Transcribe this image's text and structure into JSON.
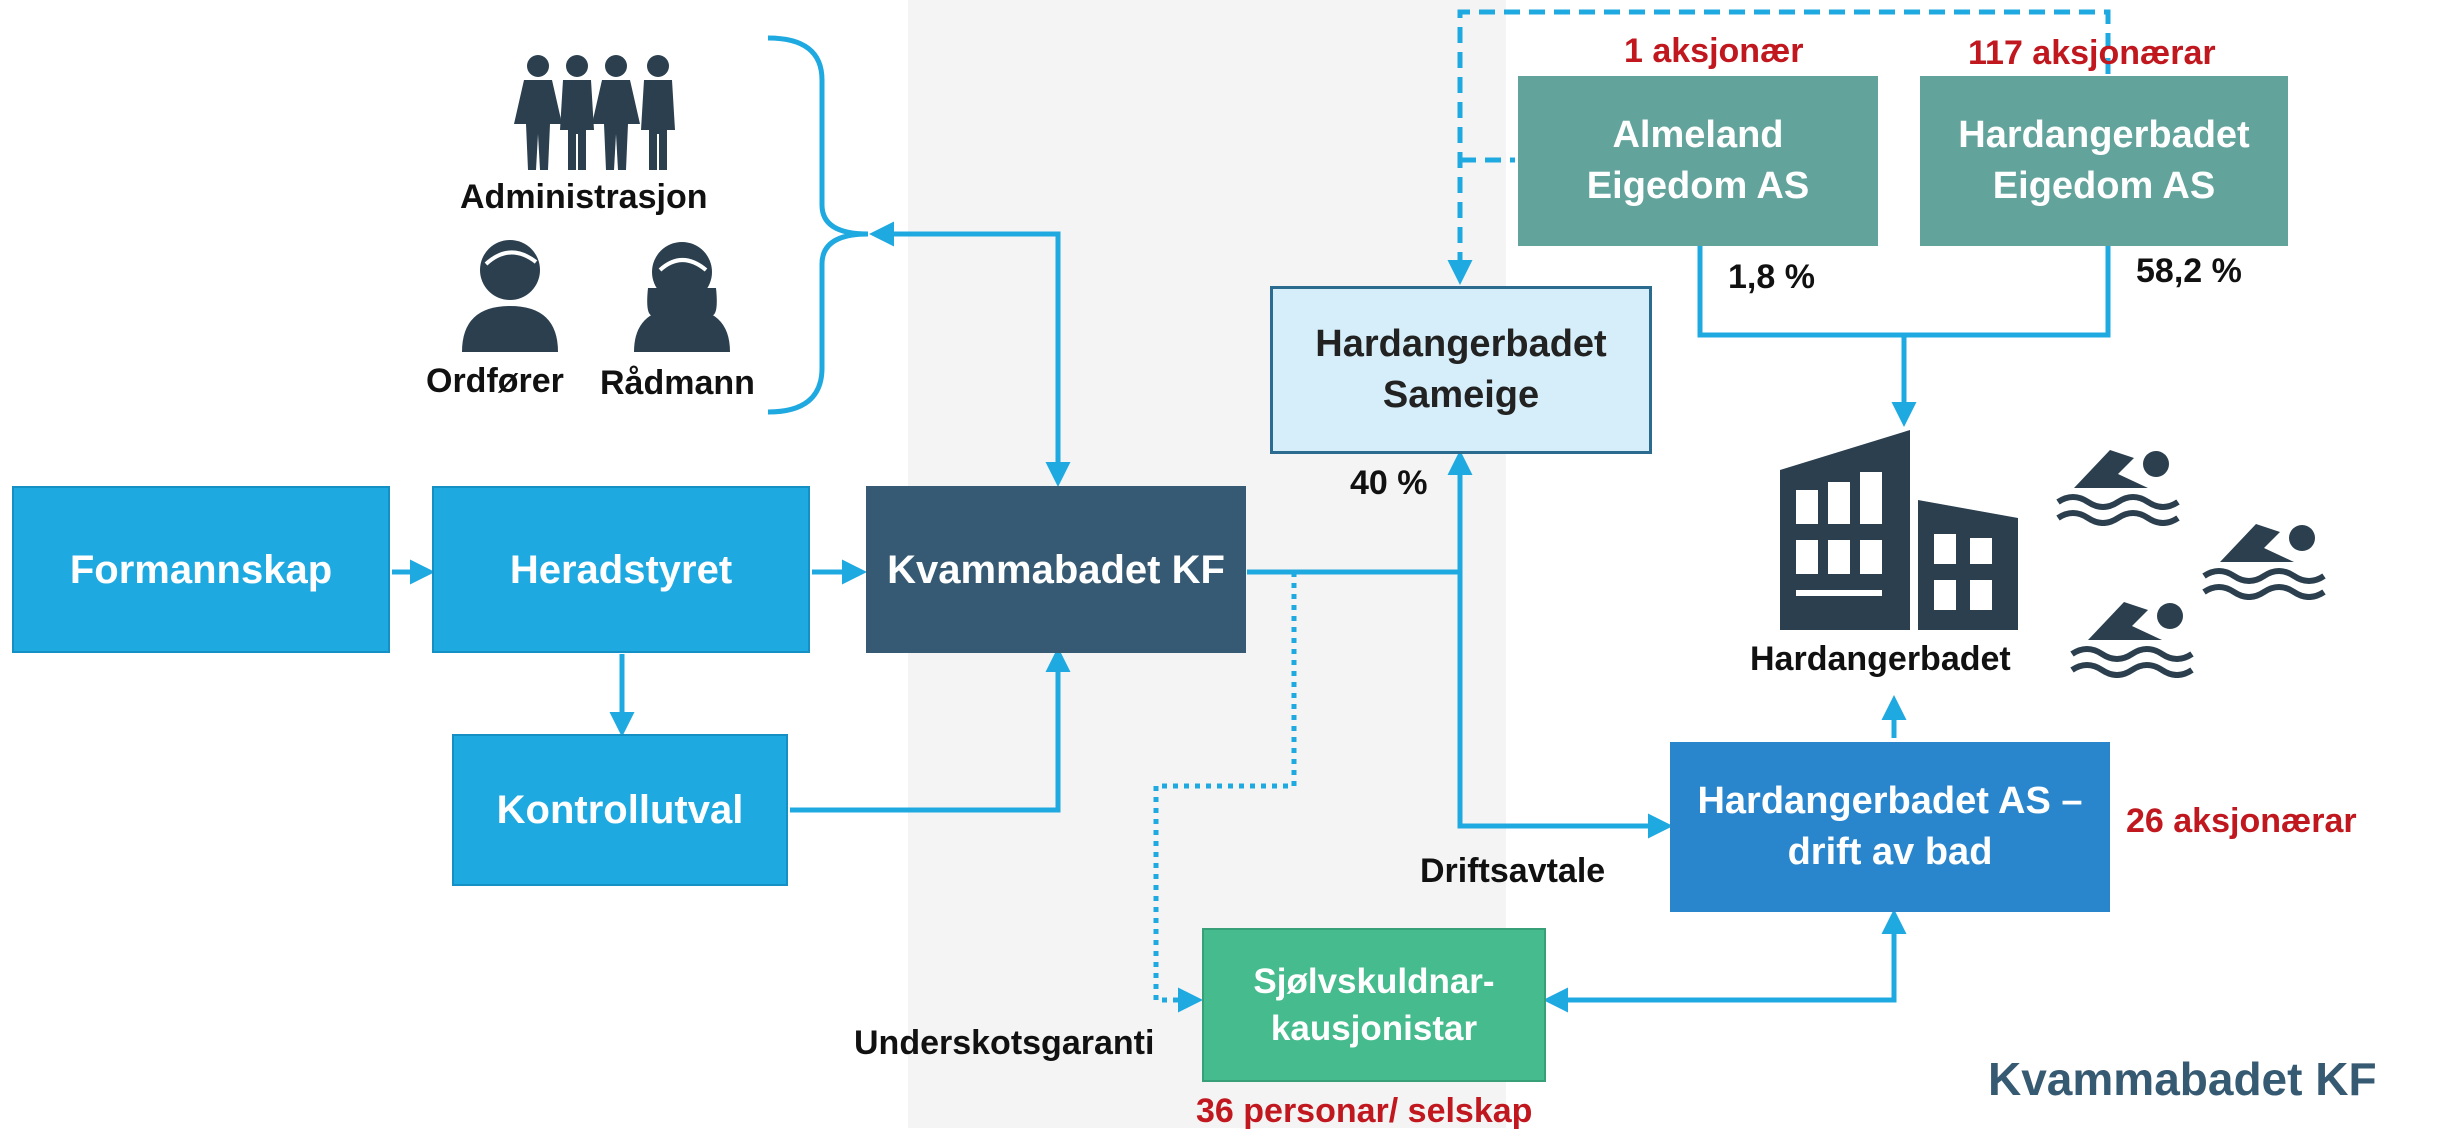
{
  "people": {
    "administrasjon": "Administrasjon",
    "ordforer": "Ordfører",
    "radmann": "Rådmann"
  },
  "boxes": {
    "formannskap": "Formannskap",
    "heradstyret": "Heradstyret",
    "kontrollutval": "Kontrollutval",
    "kvammabadet_kf": "Kvammabadet KF",
    "sameige": "Hardangerbadet\nSameige",
    "almeland": "Almeland\nEigedom AS",
    "hardangerbadet_eigedom": "Hardangerbadet\nEigedom AS",
    "drift": "Hardangerbadet AS –\ndrift av bad",
    "kausjonistar": "Sjølvskuldnar-\nkausjonistar"
  },
  "labels": {
    "pct_40": "40 %",
    "pct_1_8": "1,8 %",
    "pct_58_2": "58,2 %",
    "aksjonar_1": "1 aksjonær",
    "aksjonar_117": "117 aksjonærar",
    "aksjonar_26": "26 aksjonærar",
    "personar_36": "36 personar/ selskap",
    "driftsavtale": "Driftsavtale",
    "underskotsgaranti": "Underskotsgaranti",
    "hardangerbadet": "Hardangerbadet",
    "footer": "Kvammabadet KF"
  },
  "colors": {
    "line": "#1fa9e1",
    "dark_icon": "#2b3f4e",
    "red_text": "#c0181e"
  }
}
